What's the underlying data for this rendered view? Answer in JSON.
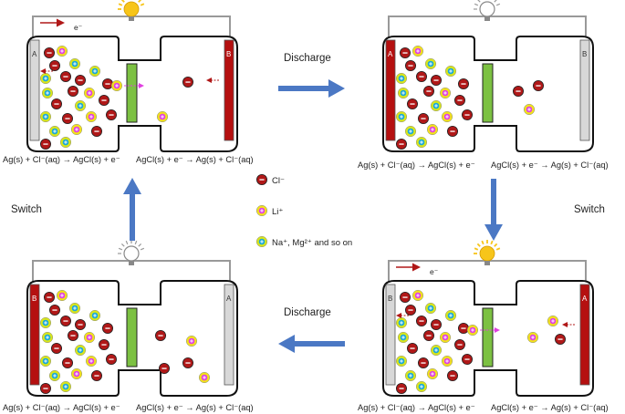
{
  "colors": {
    "chloride": "#b01818",
    "lithium": "#e040e0",
    "lithium_ring": "#f2e21a",
    "sodium": "#1aa8d8",
    "sodium_ring": "#d9e61a",
    "electrode_active": "#b51010",
    "electrode_idle": "#d8d8d8",
    "membrane": "#7cc142",
    "arrow": "#4b78c4",
    "bulb_on": "#f7c51a",
    "bulb_off": "#bbbbbb"
  },
  "labels": {
    "discharge": "Discharge",
    "switch": "Switch",
    "electron": "e⁻",
    "electrode_a": "A",
    "electrode_b": "B"
  },
  "equations": {
    "left": "Ag(s) + Cl⁻(aq) → AgCl(s) + e⁻",
    "right": "AgCl(s) + e⁻ → Ag(s) + Cl⁻(aq)"
  },
  "legend": [
    {
      "ion": "chloride",
      "label": "Cl⁻"
    },
    {
      "ion": "lithium",
      "label": "Li⁺"
    },
    {
      "ion": "sodium",
      "label": "Na⁺, Mg²⁺ and so on"
    }
  ]
}
